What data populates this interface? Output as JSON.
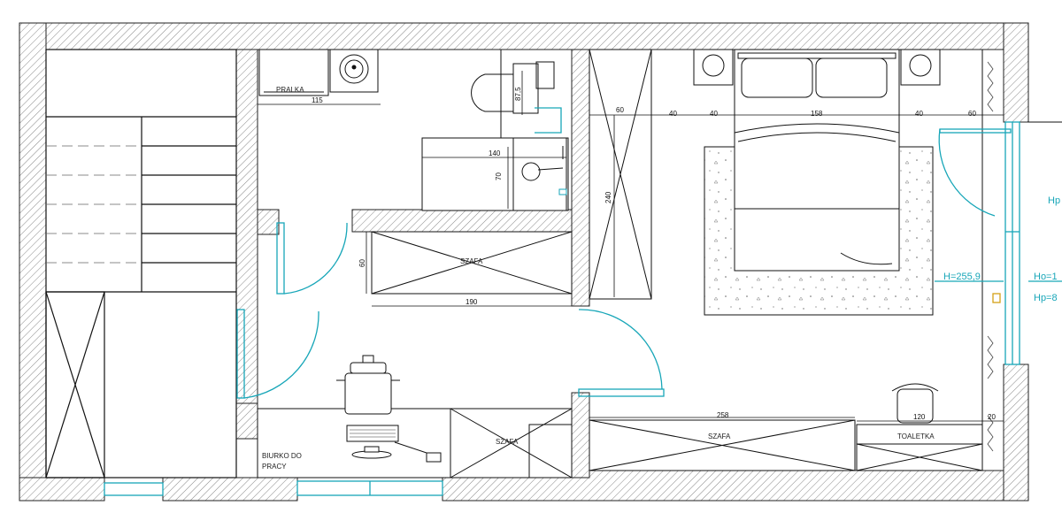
{
  "colors": {
    "wall_hatch": "#555555",
    "line": "#111111",
    "window": "#17a6b8",
    "furniture": "#333333",
    "background": "#ffffff"
  },
  "labels": {
    "laundry": "PRALKA",
    "wardrobe_hall": "SZAFA",
    "wardrobe_small": "SZAFA",
    "wardrobe_bedroom": "SZAFA",
    "vanity": "TOALETKA",
    "desk_line1": "BIURKO DO",
    "desk_line2": "PRACY"
  },
  "dimensions": {
    "d115": "115",
    "d87_5": "87,5",
    "d140": "140",
    "d70": "70",
    "d60_wardrobe_depth": "60",
    "d190": "190",
    "d240": "240",
    "d60_left": "60",
    "d40_a": "40",
    "d40_b": "40",
    "d158": "158",
    "d40_c": "40",
    "d60_right": "60",
    "d258": "258",
    "d120": "120",
    "d20": "20"
  },
  "window_annotations": {
    "h": "H=255,9",
    "hp_top": "Hp",
    "ho": "Ho=1",
    "hp": "Hp=8"
  }
}
